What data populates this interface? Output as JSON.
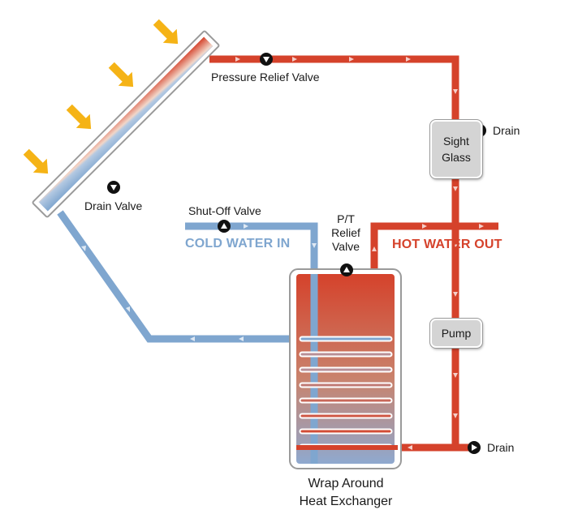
{
  "labels": {
    "pressure_relief_valve": "Pressure Relief Valve",
    "drain_valve": "Drain Valve",
    "shutoff_valve": "Shut-Off Valve",
    "cold_water_in": "COLD WATER IN",
    "pt_relief_valve": [
      "P/T",
      "Relief",
      "Valve"
    ],
    "hot_water_out": "HOT WATER OUT",
    "sight_glass": "Sight Glass",
    "drain_top": "Drain",
    "pump": "Pump",
    "drain_bottom": "Drain",
    "heat_exchanger": [
      "Wrap Around",
      "Heat Exchanger"
    ]
  },
  "colors": {
    "hot_pipe": "#d5422b",
    "cold_pipe": "#7fa6cf",
    "sun_arrow": "#f5b316",
    "component_fill": "#d4d4d4"
  }
}
